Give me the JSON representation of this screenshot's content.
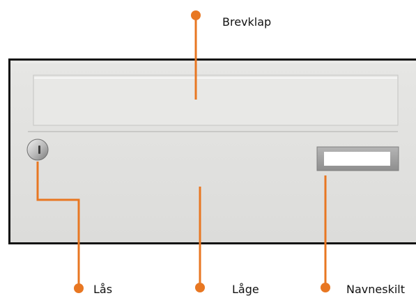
{
  "labels": {
    "flap": "Brevklap",
    "lock": "Lås",
    "door": "Låge",
    "nameplate": "Navneskilt"
  },
  "colors": {
    "callout": "#E87722",
    "panel": "#E1E1DF",
    "outline": "#111111",
    "nameplate_frame": "#9A9A9A"
  }
}
